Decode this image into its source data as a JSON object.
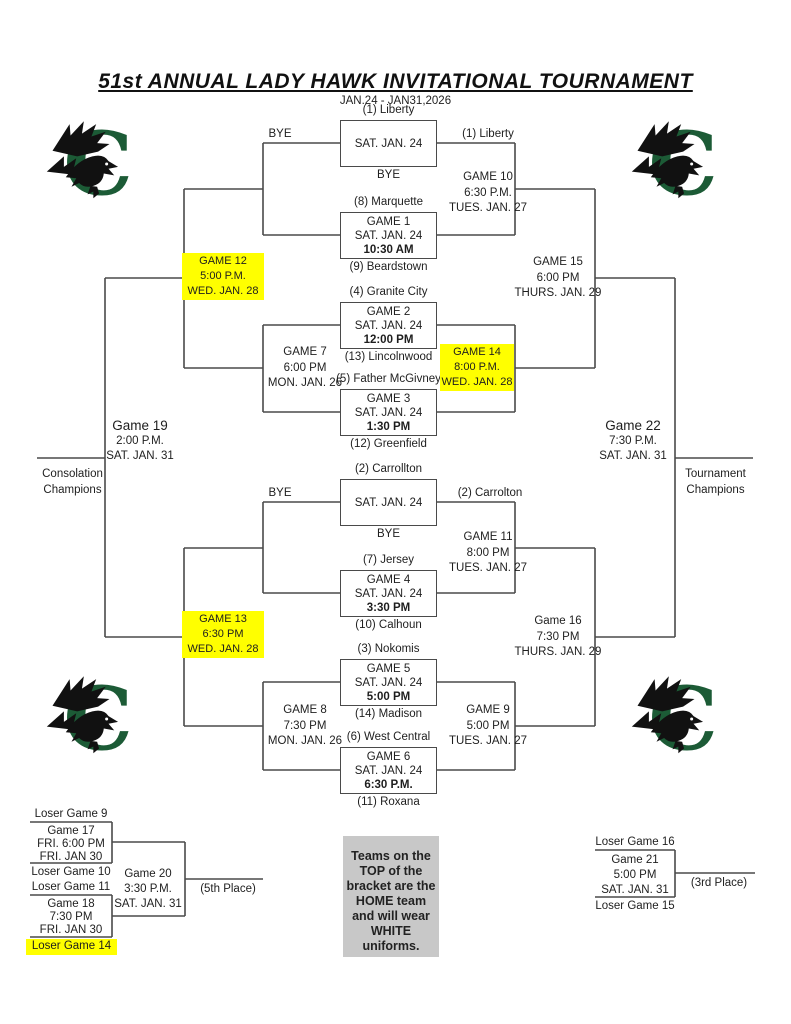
{
  "title": "51st ANNUAL LADY HAWK INVITATIONAL TOURNAMENT",
  "subtitle": "JAN.24 - JAN31,2026",
  "colors": {
    "highlight": "#ffff00",
    "note_bg": "#c8c8c8",
    "line": "#4a4a4a",
    "logo_green": "#1c5b36",
    "logo_black": "#111111"
  },
  "icons": {
    "logo": "hawk-c-logo"
  },
  "bracket": {
    "top": {
      "bye_box": {
        "seed_above": "(1) Liberty",
        "date": "SAT. JAN. 24",
        "below": "BYE",
        "left": "BYE",
        "right": "(1) Liberty"
      },
      "game1": {
        "above": "(8) Marquette",
        "title": "GAME 1",
        "date": "SAT. JAN. 24",
        "time": "10:30 AM",
        "below": "(9) Beardstown"
      },
      "game2": {
        "above": "(4) Granite City",
        "title": "GAME 2",
        "date": "SAT. JAN. 24",
        "time": "12:00 PM",
        "below": "(13) Lincolnwood"
      },
      "game3": {
        "above": "(5) Father McGivney",
        "title": "GAME 3",
        "date": "SAT. JAN. 24",
        "time": "1:30 PM",
        "below": "(12) Greenfield"
      },
      "game10": {
        "title": "GAME 10",
        "time": "6:30 P.M.",
        "date": "TUES. JAN. 27"
      },
      "game7": {
        "title": "GAME 7",
        "time": "6:00 PM",
        "date": "MON. JAN. 26"
      },
      "game12": {
        "title": "GAME 12",
        "time": "5:00 P.M.",
        "date": "WED. JAN. 28"
      },
      "game14": {
        "title": "GAME 14",
        "time": "8:00 P.M.",
        "date": "WED. JAN. 28"
      },
      "game15": {
        "title": "GAME 15",
        "time": "6:00 PM",
        "date": "THURS. JAN. 29"
      }
    },
    "bottom": {
      "bye_box": {
        "seed_above": "(2) Carrollton",
        "date": "SAT. JAN. 24",
        "below": "BYE",
        "left": "BYE",
        "right": "(2) Carrolton"
      },
      "game4": {
        "above": "(7) Jersey",
        "title": "GAME 4",
        "date": "SAT. JAN. 24",
        "time": "3:30 PM",
        "below": "(10) Calhoun"
      },
      "game5": {
        "above": "(3) Nokomis",
        "title": "GAME 5",
        "date": "SAT. JAN. 24",
        "time": "5:00 PM",
        "below": "(14) Madison"
      },
      "game6": {
        "above": "(6) West Central",
        "title": "GAME 6",
        "date": "SAT. JAN. 24",
        "time": "6:30 P.M.",
        "below": "(11) Roxana"
      },
      "game11": {
        "title": "GAME 11",
        "time": "8:00 PM",
        "date": "TUES. JAN. 27"
      },
      "game8": {
        "title": "GAME 8",
        "time": "7:30 PM",
        "date": "MON. JAN. 26"
      },
      "game13": {
        "title": "GAME 13",
        "time": "6:30 PM",
        "date": "WED. JAN. 28"
      },
      "game9": {
        "title": "GAME 9",
        "time": "5:00 PM",
        "date": "TUES. JAN. 27"
      },
      "game16": {
        "title": "Game 16",
        "time": "7:30 PM",
        "date": "THURS. JAN. 29"
      }
    },
    "finals": {
      "game19": {
        "title": "Game 19",
        "time": "2:00 P.M.",
        "date": "SAT. JAN. 31"
      },
      "game22": {
        "title": "Game 22",
        "time": "7:30 P.M.",
        "date": "SAT. JAN. 31"
      },
      "consolation_label": "Consolation\nChampions",
      "tournament_label": "Tournament\nChampions"
    }
  },
  "fifth_place": {
    "slot1_top": "Loser Game 9",
    "game17": {
      "title": "Game 17",
      "time": "FRI. 6:00 PM",
      "date": "FRI. JAN 30"
    },
    "slot1_bottom": "Loser Game 10",
    "slot2_top": "Loser Game 11",
    "game18": {
      "title": "Game 18",
      "time": "7:30 PM",
      "date": "FRI. JAN 30"
    },
    "slot2_bottom": "Loser Game 14",
    "game20": {
      "title": "Game 20",
      "time": "3:30 P.M.",
      "date": "SAT. JAN. 31"
    },
    "place_label": "(5th Place)"
  },
  "third_place": {
    "top": "Loser Game 16",
    "game21": {
      "title": "Game 21",
      "time": "5:00 PM",
      "date": "SAT. JAN. 31"
    },
    "bottom": "Loser Game 15",
    "place_label": "(3rd Place)"
  },
  "note": "Teams on the\nTOP of the\nbracket are the\nHOME team\nand will wear\nWHITE\nuniforms."
}
